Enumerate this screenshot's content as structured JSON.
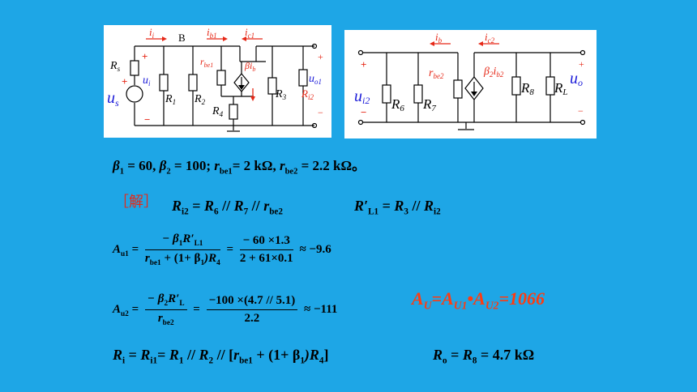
{
  "circuit1": {
    "i_i": "i",
    "i_i_sub": "i",
    "node_b": "B",
    "i_b1": "i",
    "i_b1_sub": "b1",
    "i_c1": "i",
    "i_c1_sub": "c1",
    "rs": "R",
    "rs_sub": "s",
    "plus_left": "+",
    "minus_left": "−",
    "ui": "u",
    "ui_sub": "i",
    "us": "u",
    "us_sub": "s",
    "r1": "R",
    "r1_sub": "1",
    "r2": "R",
    "r2_sub": "2",
    "rbe1": "r",
    "rbe1_sub": "be1",
    "beta_ib": "βi",
    "beta_ib_sub": "b",
    "r4": "R",
    "r4_sub": "4",
    "r3": "R",
    "r3_sub": "3",
    "uo1": "u",
    "uo1_sub": "o1",
    "ri2": "R",
    "ri2_sub": "i2",
    "plus_right": "+",
    "minus_right": "−"
  },
  "circuit2": {
    "i_b": "i",
    "i_b_sub": "b",
    "i_c2": "i",
    "i_c2_sub": "c2",
    "plus_left": "+",
    "minus_left": "−",
    "ui2": "u",
    "ui2_sub": "i2",
    "r6": "R",
    "r6_sub": "6",
    "r7": "R",
    "r7_sub": "7",
    "rbe2": "r",
    "rbe2_sub": "be2",
    "beta2_ib2": "β",
    "beta2_ib2_sub": "2",
    "ib2": "i",
    "ib2_sub": "b2",
    "r8": "R",
    "r8_sub": "8",
    "rl": "R",
    "rl_sub": "L",
    "uo": "u",
    "uo_sub": "o",
    "plus_right": "+",
    "minus_right": "−"
  },
  "params": {
    "beta1": "β",
    "beta1_sub": "1",
    "beta1_val": " = 60, ",
    "beta2": "β",
    "beta2_sub": "2",
    "beta2_val": " = 100; ",
    "rbe1": "r",
    "rbe1_sub": "be1",
    "rbe1_val": "= 2 kΩ, ",
    "rbe2": "r",
    "rbe2_sub": "be2",
    "rbe2_val": " = 2.2 kΩ。"
  },
  "solution": {
    "label": "［解］",
    "ri2": {
      "lhs": "R",
      "lhs_sub": "i2",
      "eq": " = ",
      "a": "R",
      "a_sub": "6",
      "sep1": " // ",
      "b": "R",
      "b_sub": "7",
      "sep2": " // ",
      "c": "r",
      "c_sub": "be2"
    },
    "rl1": {
      "lhs": "R′",
      "lhs_sub": "L1",
      "eq": " = ",
      "a": "R",
      "a_sub": "3",
      "sep": " // ",
      "b": "R",
      "b_sub": "i2"
    },
    "au1": {
      "lhs": "A",
      "lhs_sub": "u1",
      "eq": " =",
      "num1": "− β",
      "num1_sub": "1",
      "num1_r": "R′",
      "num1_r_sub": "L1",
      "den1_a": "r",
      "den1_a_sub": "be1",
      "den1_b": " + (1+ β",
      "den1_b_sub": "1",
      "den1_c": ")R",
      "den1_c_sub": "4",
      "eq2": "=",
      "num2": "− 60 ×1.3",
      "den2": "2 + 61×0.1",
      "approx": "≈ −9.6"
    },
    "au2": {
      "lhs": "A",
      "lhs_sub": "u2",
      "eq": " =",
      "num1": "− β",
      "num1_sub": "2",
      "num1_r": "R′",
      "num1_r_sub": "L",
      "den1": "r",
      "den1_sub": "be2",
      "eq2": "=",
      "num2": "−100 ×(4.7 // 5.1)",
      "den2": "2.2",
      "approx": "≈ −111"
    },
    "au_total": {
      "a": "A",
      "a_sub": "U",
      "eq": "=",
      "b": "A",
      "b_sub": "U1",
      "dot": "•",
      "c": "A",
      "c_sub": "U2",
      "val": "=1066"
    },
    "ri": {
      "lhs": "R",
      "lhs_sub": "i",
      "eq1": " = ",
      "b": "R",
      "b_sub": "i1",
      "eq2": "= ",
      "c": "R",
      "c_sub": "1",
      "sep1": " // ",
      "d": "R",
      "d_sub": "2",
      "sep2": " // [",
      "e": "r",
      "e_sub": "be1",
      "plus": " + (1+ β",
      "beta_sub": "1",
      "close": ")R",
      "close_sub": "4",
      "end": "]"
    },
    "ro": {
      "lhs": "R",
      "lhs_sub": "o",
      "eq1": " = ",
      "b": "R",
      "b_sub": "8",
      "val": " = 4.7 kΩ"
    }
  },
  "colors": {
    "background": "#1ea6e6",
    "arrow_red": "#e62817",
    "label_blue": "#1a1ad8",
    "result_orange": "#ff3b10"
  }
}
